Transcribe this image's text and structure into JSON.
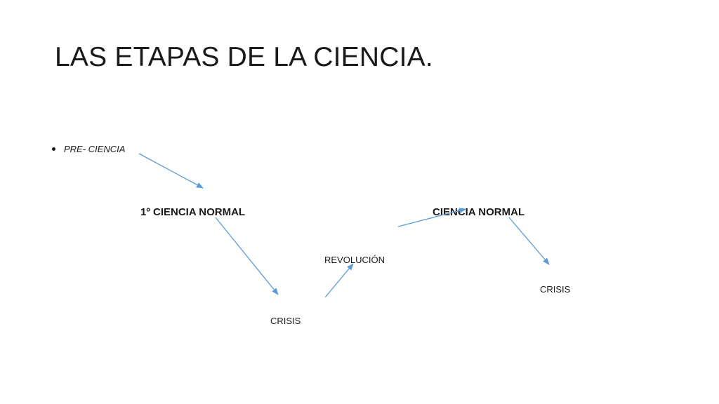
{
  "title": "LAS ETAPAS DE LA CIENCIA.",
  "bullet": "PRE- CIENCIA",
  "nodes": {
    "normal_1": "1º CIENCIA NORMAL",
    "normal_2": "CIENCIA NORMAL",
    "revolucion": "REVOLUCIÓN",
    "crisis_1": "CRISIS",
    "crisis_2": "CRISIS"
  },
  "colors": {
    "arrow": "#5b9bd5",
    "text": "#1a1a1a"
  }
}
